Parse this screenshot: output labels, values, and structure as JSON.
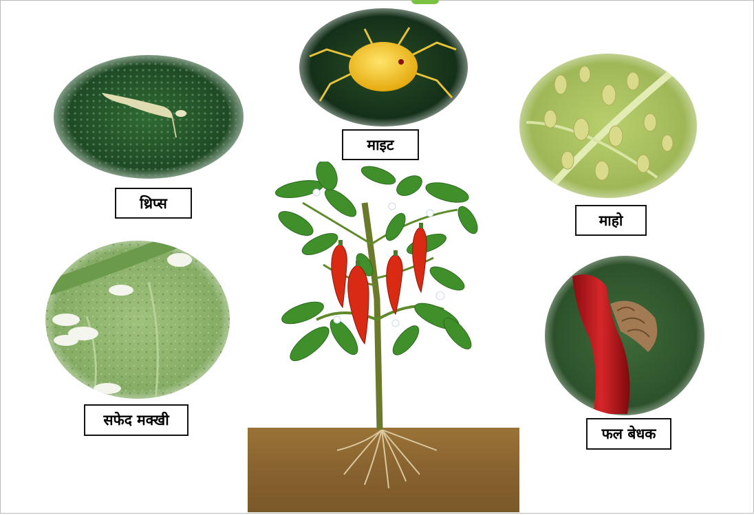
{
  "pests": {
    "thrips": {
      "label": "थ्रिप्स"
    },
    "mite": {
      "label": "माइट"
    },
    "aphid": {
      "label": "माहो"
    },
    "whitefly": {
      "label": "सफेद मक्खी"
    },
    "fruit_borer": {
      "label": "फल बेधक"
    }
  },
  "colors": {
    "leaf_green": "#3f8f2a",
    "chili_red": "#d92a14",
    "soil_brown": "#8a6430",
    "accent_green": "#7cc242"
  }
}
